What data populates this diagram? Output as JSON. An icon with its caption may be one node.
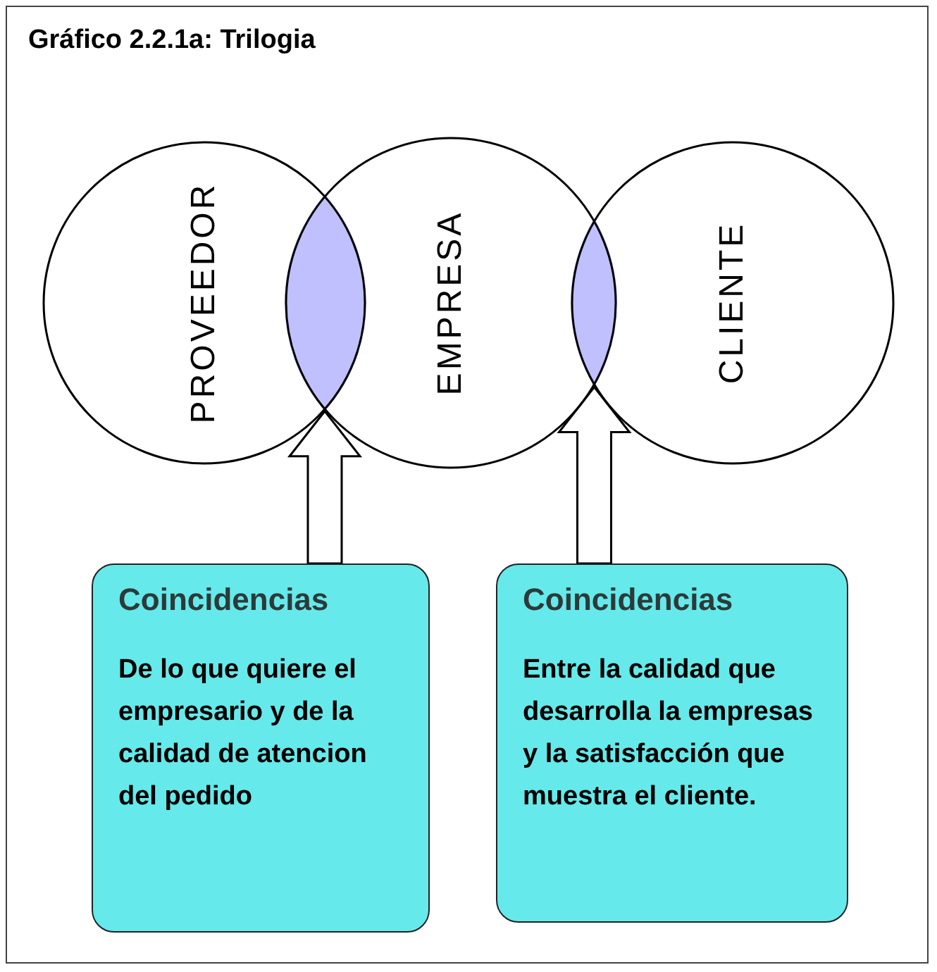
{
  "diagram": {
    "title": "Gráfico 2.2.1a: Trilogia",
    "nodes": [
      {
        "text": [
          "PROVEEDOR"
        ]
      },
      {
        "text": [
          "EMPRESA"
        ]
      },
      {
        "text": [
          "CLIENTE"
        ]
      },
      {
        "text": [],
        "shape": "lens"
      },
      {
        "text": [],
        "shape": "lens"
      },
      {
        "text": [
          "Coincidencias",
          "De lo que quiere el empresario y de la calidad de atencion del pedido"
        ]
      },
      {
        "text": [
          "Coincidencias",
          "Entre la calidad que desarrolla la empresas y la satisfacción que muestra el cliente."
        ]
      }
    ],
    "edges": [
      {
        "from": 5,
        "to": 3,
        "arrow": "to"
      },
      {
        "from": 6,
        "to": 4,
        "arrow": "to"
      }
    ]
  }
}
